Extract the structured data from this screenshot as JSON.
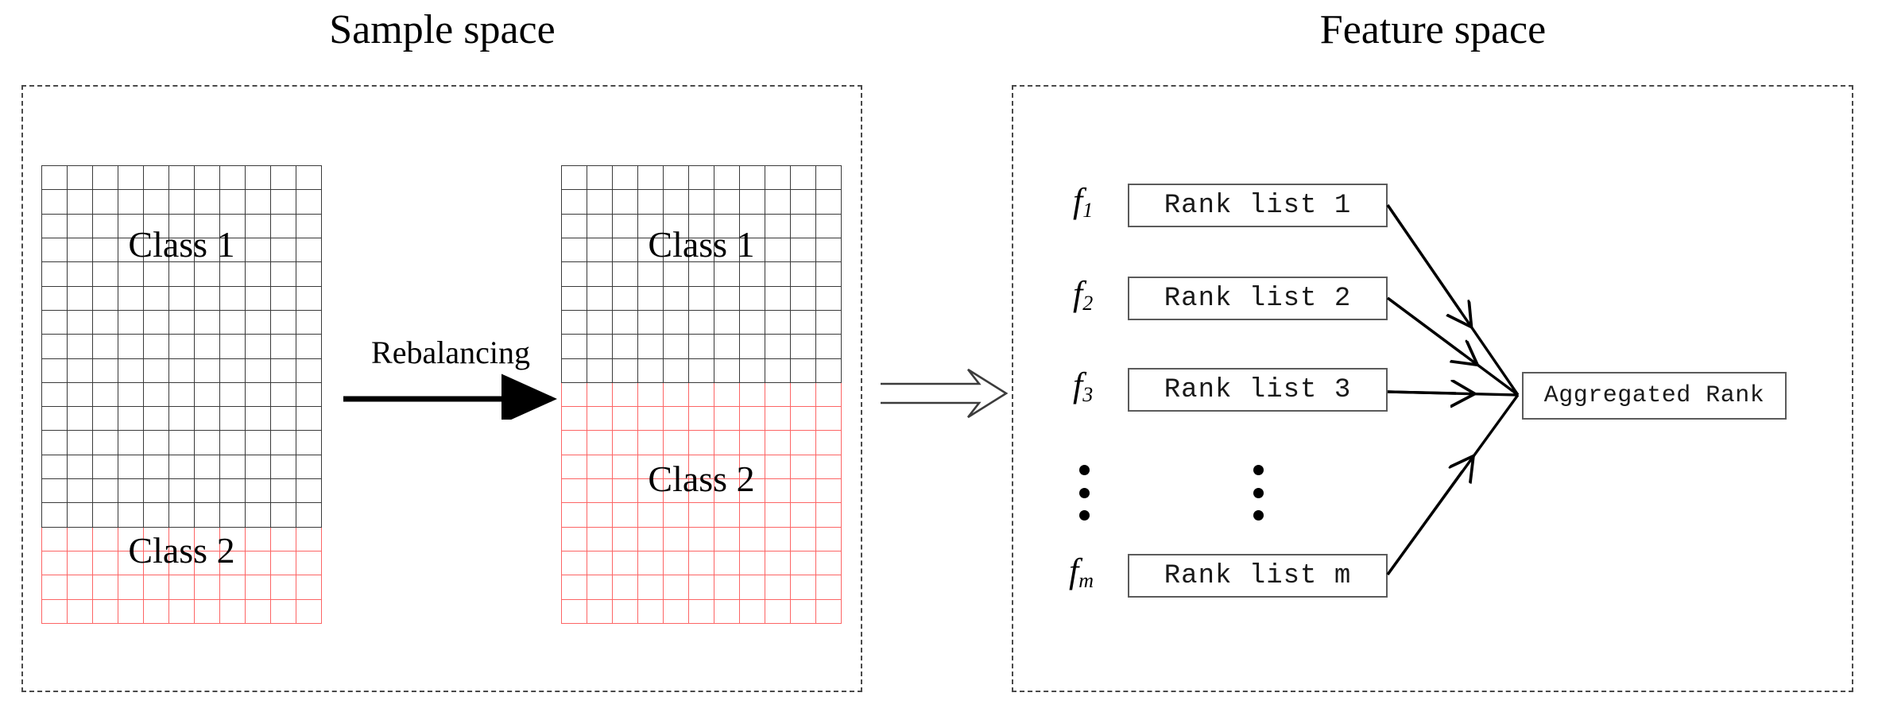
{
  "figure": {
    "sections": {
      "sample_space": {
        "title": "Sample space",
        "grids": [
          {
            "name": "imbalanced-grid",
            "columns": 11,
            "rows_class1": 15,
            "rows_class2": 4,
            "label_class1": "Class 1",
            "label_class2": "Class 2"
          },
          {
            "name": "rebalanced-grid",
            "columns": 11,
            "rows_class1": 9,
            "rows_class2": 10,
            "label_class1": "Class 1",
            "label_class2": "Class 2"
          }
        ],
        "transform_label": "Rebalancing"
      },
      "feature_space": {
        "title": "Feature space",
        "features": [
          {
            "symbol": "f",
            "subscript": "1",
            "rank_list": "Rank list 1"
          },
          {
            "symbol": "f",
            "subscript": "2",
            "rank_list": "Rank list 2"
          },
          {
            "symbol": "f",
            "subscript": "3",
            "rank_list": "Rank list 3"
          },
          {
            "symbol": "f",
            "subscript": "m",
            "rank_list": "Rank list m"
          }
        ],
        "ellipsis": "⋮",
        "output_box": "Aggregated Rank"
      }
    },
    "colors": {
      "class1_grid": "#3a3a3a",
      "class2_grid": "#fc6565",
      "panel_border": "#4a4a4a",
      "box_border": "#5b5b5b",
      "text": "#000000"
    }
  }
}
